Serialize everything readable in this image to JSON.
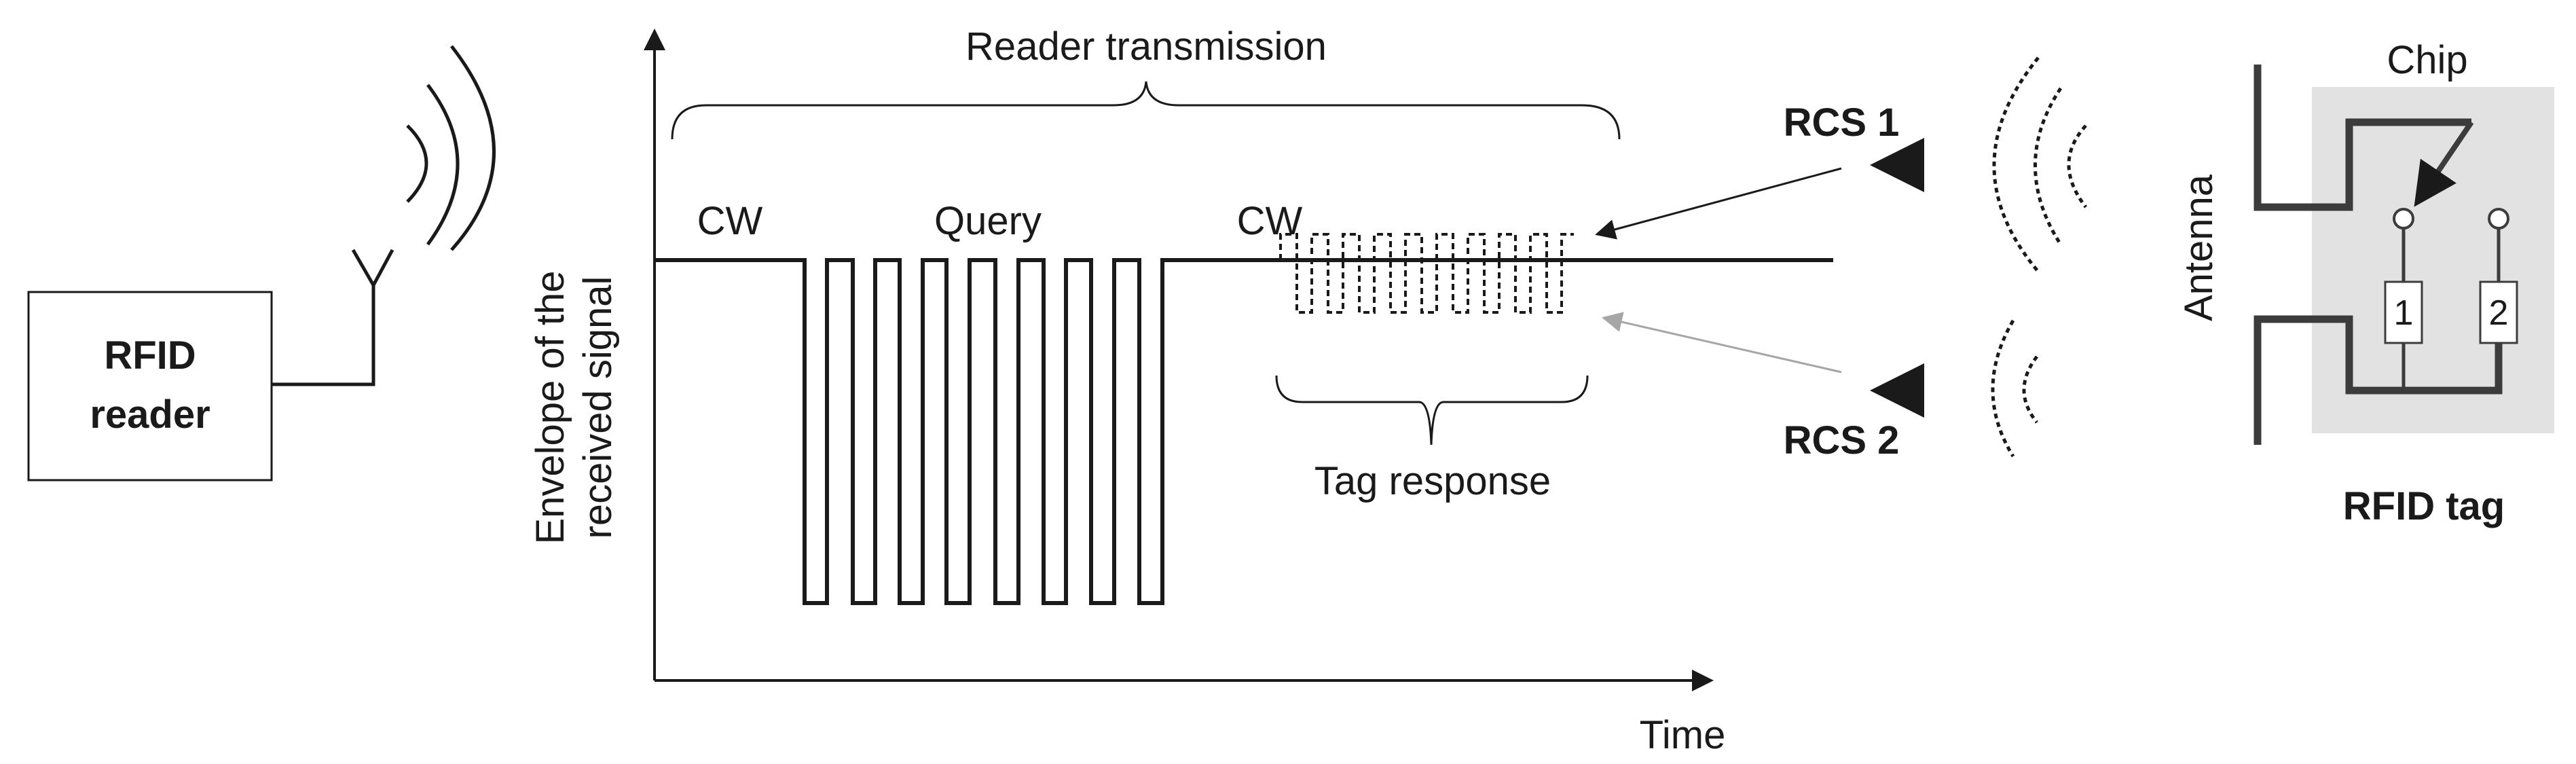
{
  "reader": {
    "line1": "RFID",
    "line2": "reader"
  },
  "signal": {
    "reader_transmission": "Reader transmission",
    "cw_left": "CW",
    "query": "Query",
    "cw_right": "CW",
    "tag_response": "Tag response",
    "ylabel_line1": "Envelope of the",
    "ylabel_line2": "received signal",
    "xlabel": "Time"
  },
  "rcs": {
    "rcs1": "RCS 1",
    "rcs2": "RCS 2"
  },
  "tag": {
    "chip": "Chip",
    "antenna": "Antenna",
    "port1": "1",
    "port2": "2",
    "title": "RFID tag"
  },
  "colors": {
    "ink": "#1a1a1a",
    "rcs2_arrow": "#a6a6a6",
    "tag_bg": "#e2e2e2",
    "antenna": "#3c3c3c"
  }
}
